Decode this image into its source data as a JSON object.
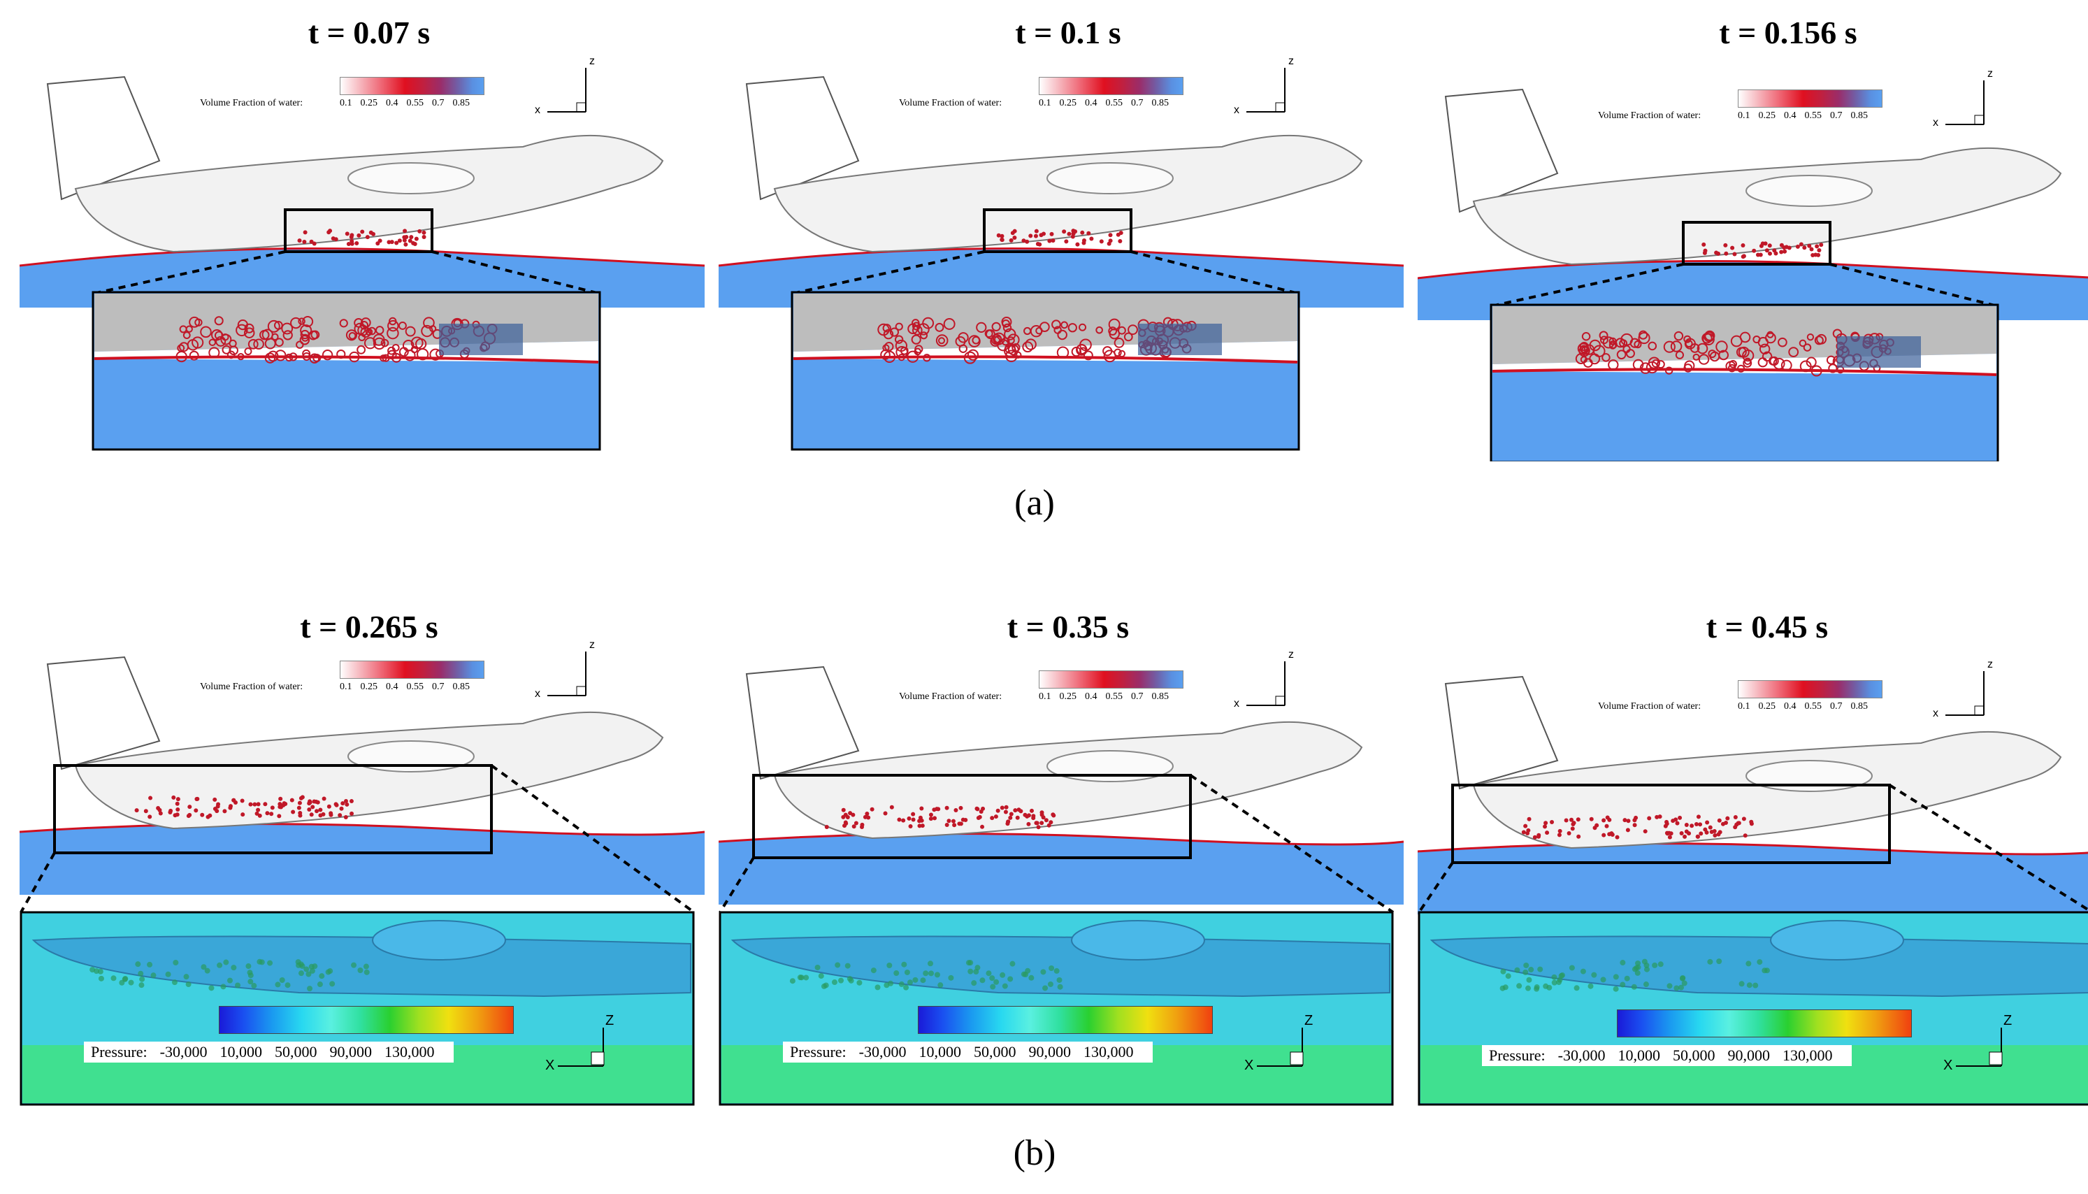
{
  "panels_a": [
    {
      "time_label": "t = 0.07 s"
    },
    {
      "time_label": "t = 0.1 s"
    },
    {
      "time_label": "t = 0.156 s"
    }
  ],
  "panels_b": [
    {
      "time_label": "t = 0.265 s"
    },
    {
      "time_label": "t = 0.35 s"
    },
    {
      "time_label": "t = 0.45 s"
    }
  ],
  "captions": {
    "a": "(a)",
    "b": "(b)"
  },
  "vf_legend": {
    "label": "Volume Fraction of water:",
    "ticks": [
      "0.1",
      "0.25",
      "0.4",
      "0.55",
      "0.7",
      "0.85"
    ]
  },
  "pressure_legend": {
    "label": "Pressure:",
    "ticks": [
      "-30,000",
      "10,000",
      "50,000",
      "90,000",
      "130,000"
    ]
  },
  "axes": {
    "x": "X",
    "z": "Z",
    "x_small": "x",
    "z_small": "z"
  },
  "colors": {
    "water": "#5aa0f0",
    "interface": "#d01020",
    "hull": "#f2f2f2",
    "pressure_field": "#40d0e0"
  }
}
